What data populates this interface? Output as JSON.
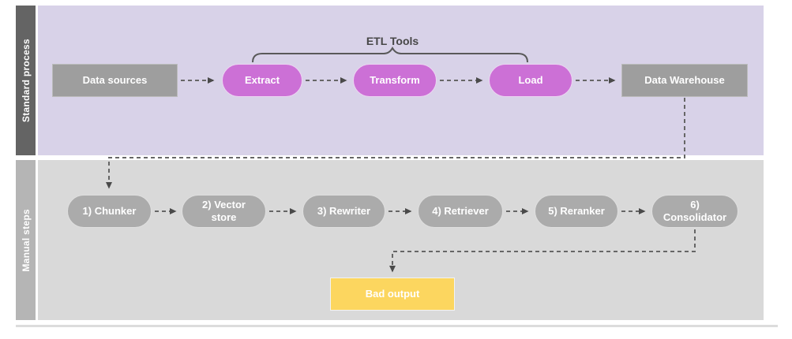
{
  "lanes": {
    "standard": {
      "label": "Standard process"
    },
    "manual": {
      "label": "Manual steps"
    }
  },
  "standard_nodes": {
    "data_sources": {
      "label": "Data sources"
    },
    "extract": {
      "label": "Extract"
    },
    "transform": {
      "label": "Transform"
    },
    "load": {
      "label": "Load"
    },
    "data_warehouse": {
      "label": "Data Warehouse"
    }
  },
  "etl_tools": {
    "label": "ETL Tools"
  },
  "manual_nodes": {
    "chunker": {
      "label": "1) Chunker"
    },
    "vector_store": {
      "label": "2) Vector store"
    },
    "rewriter": {
      "label": "3) Rewriter"
    },
    "retriever": {
      "label": "4) Retriever"
    },
    "reranker": {
      "label": "5) Reranker"
    },
    "consolidator": {
      "label": "6) Consolidator"
    },
    "bad_output": {
      "label": "Bad output"
    }
  },
  "colors": {
    "lane_standard_bg": "#d8d2e8",
    "lane_standard_bar": "#646464",
    "lane_manual_bg": "#d9d9d9",
    "lane_manual_bar": "#b5b5b5",
    "gray_node_fill": "#9e9e9e",
    "gray_pill_fill": "#ababab",
    "purple_pill_fill": "#cc70d6",
    "yellow_node_fill": "#fcd65f",
    "connector_stroke": "#666666",
    "label_text": "#ffffff",
    "annotation_text": "#474747"
  }
}
